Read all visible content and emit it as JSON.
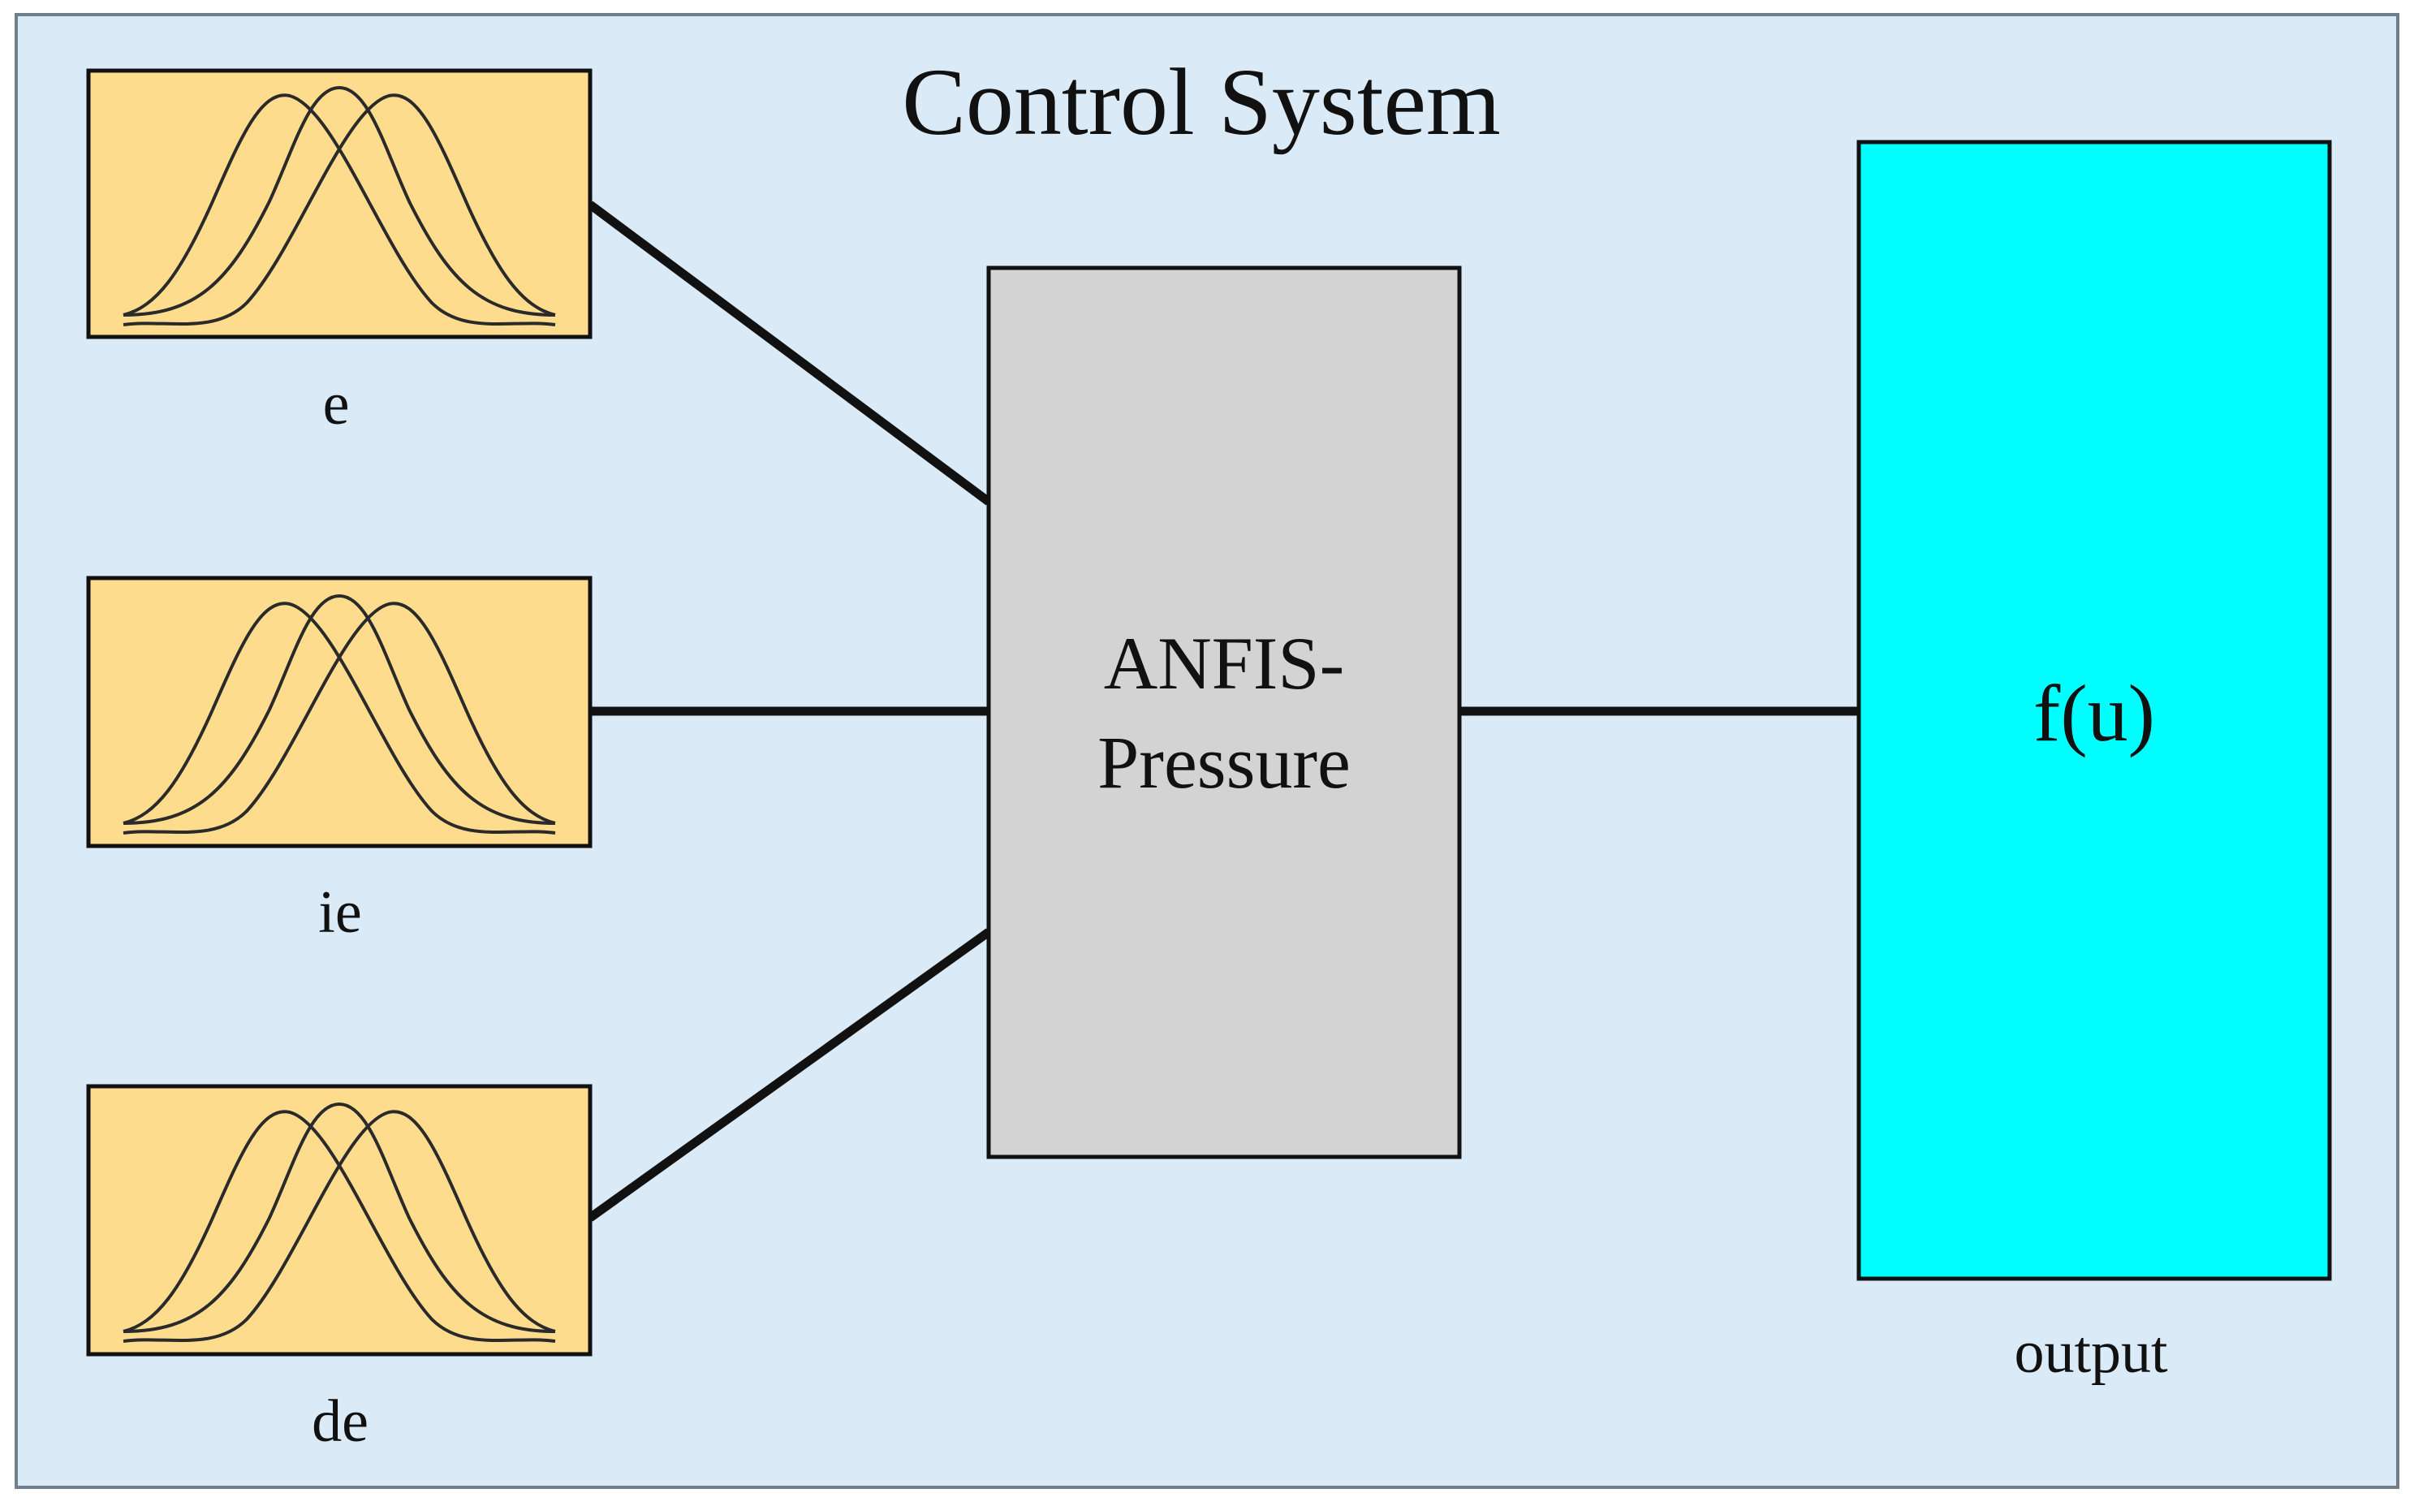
{
  "diagram": {
    "title": "Control System",
    "inputs": [
      {
        "label": "e"
      },
      {
        "label": "ie"
      },
      {
        "label": "de"
      }
    ],
    "fis_block": {
      "line1": "ANFIS-",
      "line2": "Pressure"
    },
    "output_block": {
      "function": "f(u)",
      "label": "output"
    }
  },
  "colors": {
    "canvas_background": "#daeaf6",
    "input_block_fill": "#fedc8e",
    "fis_block_fill": "#d4d3d3",
    "output_block_fill": "#00ffff",
    "stroke": "#111111",
    "curve_stroke": "#2a2a2a"
  }
}
